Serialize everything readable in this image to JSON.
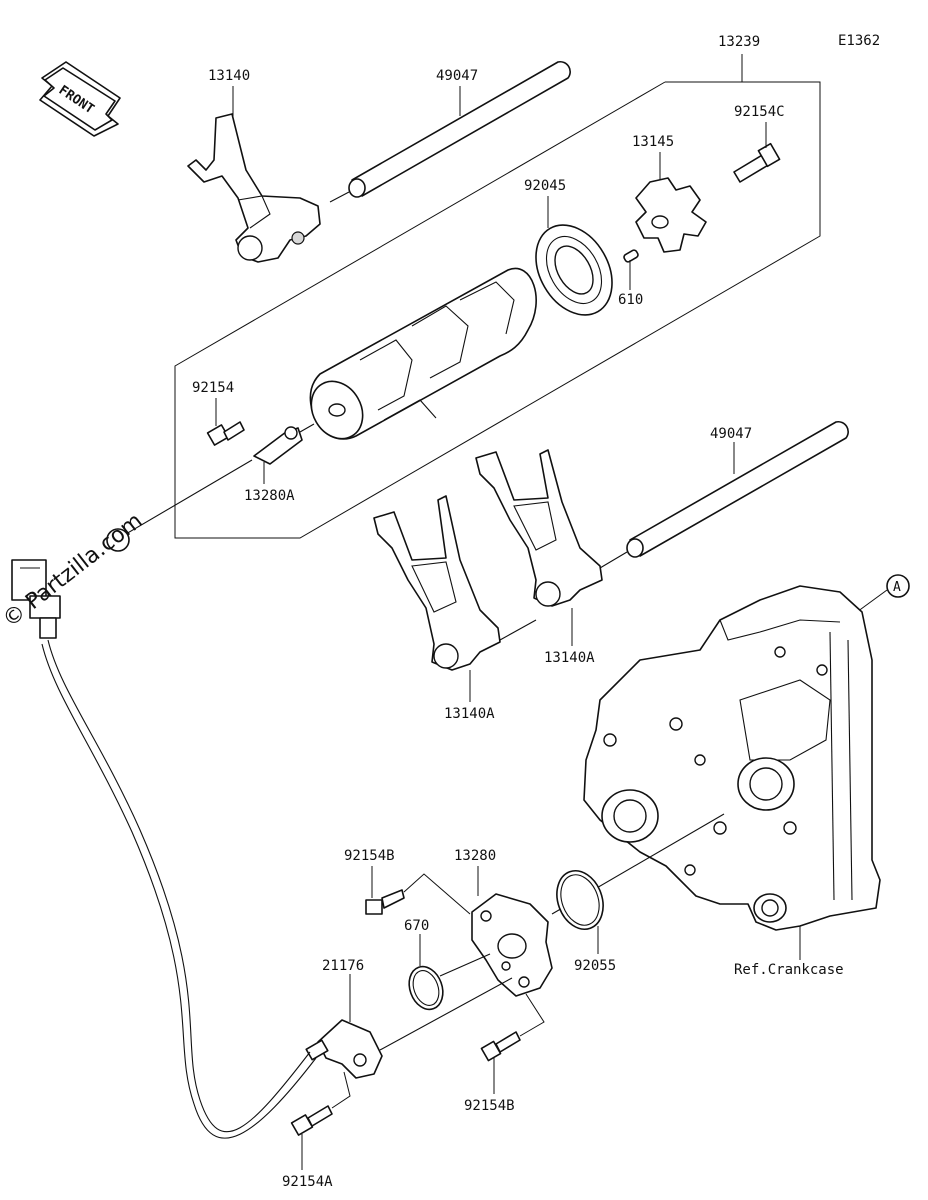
{
  "diagram_code": "E1362",
  "front_label": "FRONT",
  "watermark": "© Partzilla.com",
  "callout_letter": "A",
  "parts": {
    "p13239": "13239",
    "p13140_top": "13140",
    "p49047_top": "49047",
    "p92154C": "92154C",
    "p13145": "13145",
    "p92045": "92045",
    "p610": "610",
    "p92154": "92154",
    "p13280A": "13280A",
    "p49047_right": "49047",
    "p13140A_right": "13140A",
    "p13140A_left": "13140A",
    "p92154B_top": "92154B",
    "p13280": "13280",
    "p670": "670",
    "p21176": "21176",
    "p92055": "92055",
    "p92154B_bottom": "92154B",
    "p92154A": "92154A"
  },
  "ref_crankcase": "Ref.Crankcase"
}
